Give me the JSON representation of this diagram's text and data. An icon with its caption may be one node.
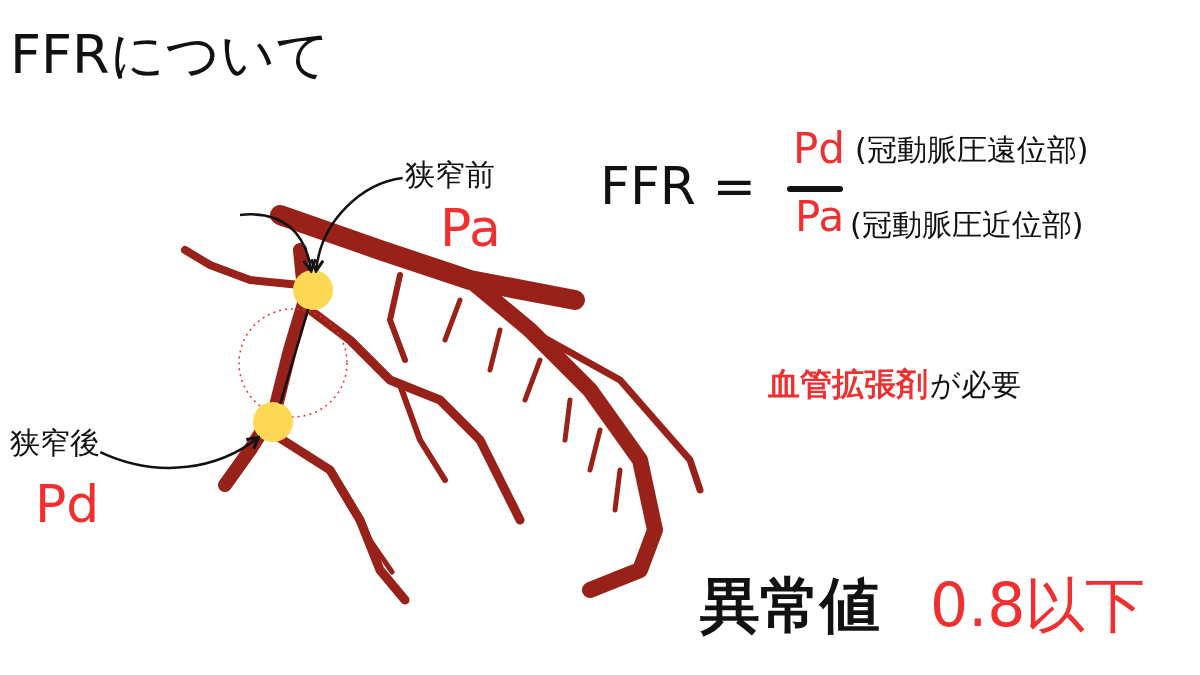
{
  "diagram": {
    "title": "FFRについて",
    "nodes": [
      {
        "text": [
          "狭窄前",
          "Pa"
        ]
      },
      {
        "text": [],
        "shape": "circle"
      },
      {
        "text": [],
        "shape": "circle"
      },
      {
        "text": [
          "狭窄後",
          "Pd"
        ]
      }
    ],
    "edges": [
      {
        "from": 0,
        "to": 1,
        "arrow": "to"
      },
      {
        "from": 3,
        "to": 2,
        "arrow": "to"
      },
      {
        "from": null,
        "to": 1,
        "arrow": "to"
      },
      {
        "from": 1,
        "to": 2,
        "arrow": "none"
      }
    ],
    "labels": [
      "FFR =",
      "Pd",
      "(冠動脈圧遠位部)",
      "Pa",
      "(冠動脈圧近位部)",
      "血管拡張剤",
      "が必要",
      "異常値",
      "0.8以下"
    ]
  }
}
